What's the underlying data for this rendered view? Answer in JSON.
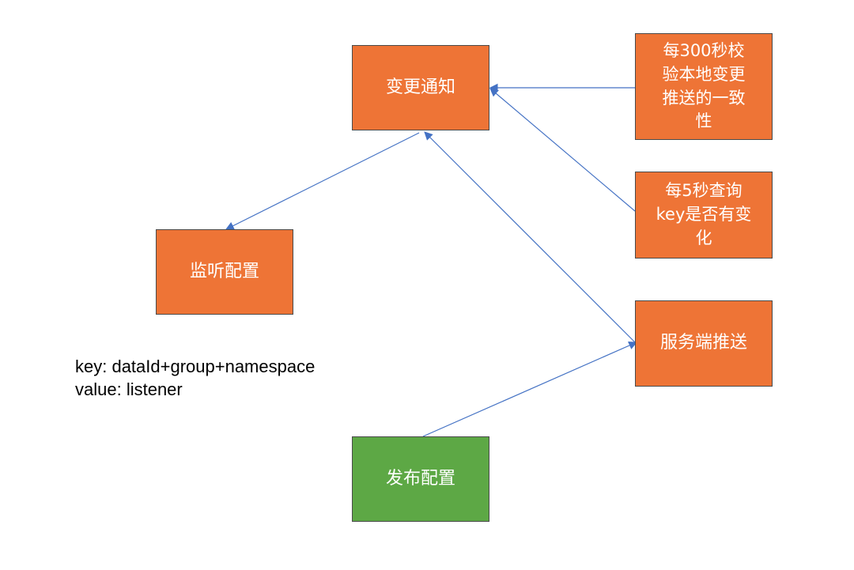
{
  "nodes": {
    "change_notify": "变更通知",
    "listen_config": "监听配置",
    "every_300s": [
      "每300秒校",
      "验本地变更",
      "推送的一致",
      "性"
    ],
    "every_5s": [
      "每5秒查询",
      "key是否有变",
      "化"
    ],
    "server_push": "服务端推送",
    "publish_config": "发布配置"
  },
  "annotation": {
    "key_line": "key: dataId+group+namespace",
    "value_line": "value: listener"
  },
  "colors": {
    "process_box": "#ee7436",
    "start_box": "#5da845",
    "arrow": "#4472c4",
    "box_border": "#4a4a4a"
  }
}
